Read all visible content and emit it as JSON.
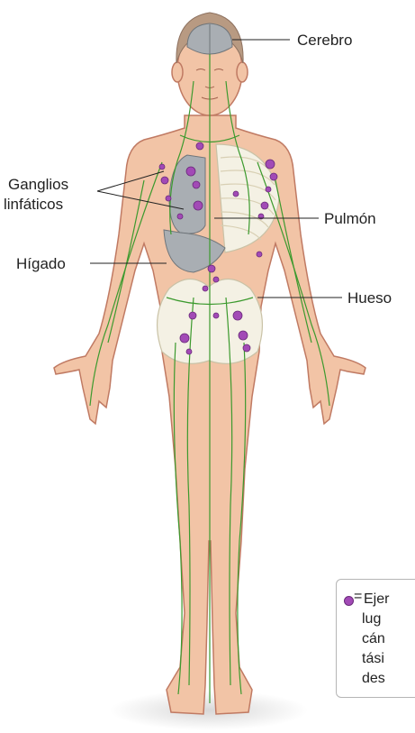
{
  "labels": {
    "brain": "Cerebro",
    "lymph_nodes_line1": "Ganglios",
    "lymph_nodes_line2": "linfáticos",
    "lung": "Pulmón",
    "liver": "Hígado",
    "bone": "Hueso"
  },
  "legend": {
    "equals": "=",
    "lines": [
      "Ejer",
      "lug",
      "cán",
      "tási",
      "des"
    ]
  },
  "colors": {
    "skin": "#f2c4a6",
    "skin_outline": "#c07a63",
    "lymph": "#3c9a2e",
    "metastasis": "#a24ab6",
    "organ_gray": "#a9aeb3",
    "bone": "#f4f1e4",
    "hair": "#b89a82"
  }
}
